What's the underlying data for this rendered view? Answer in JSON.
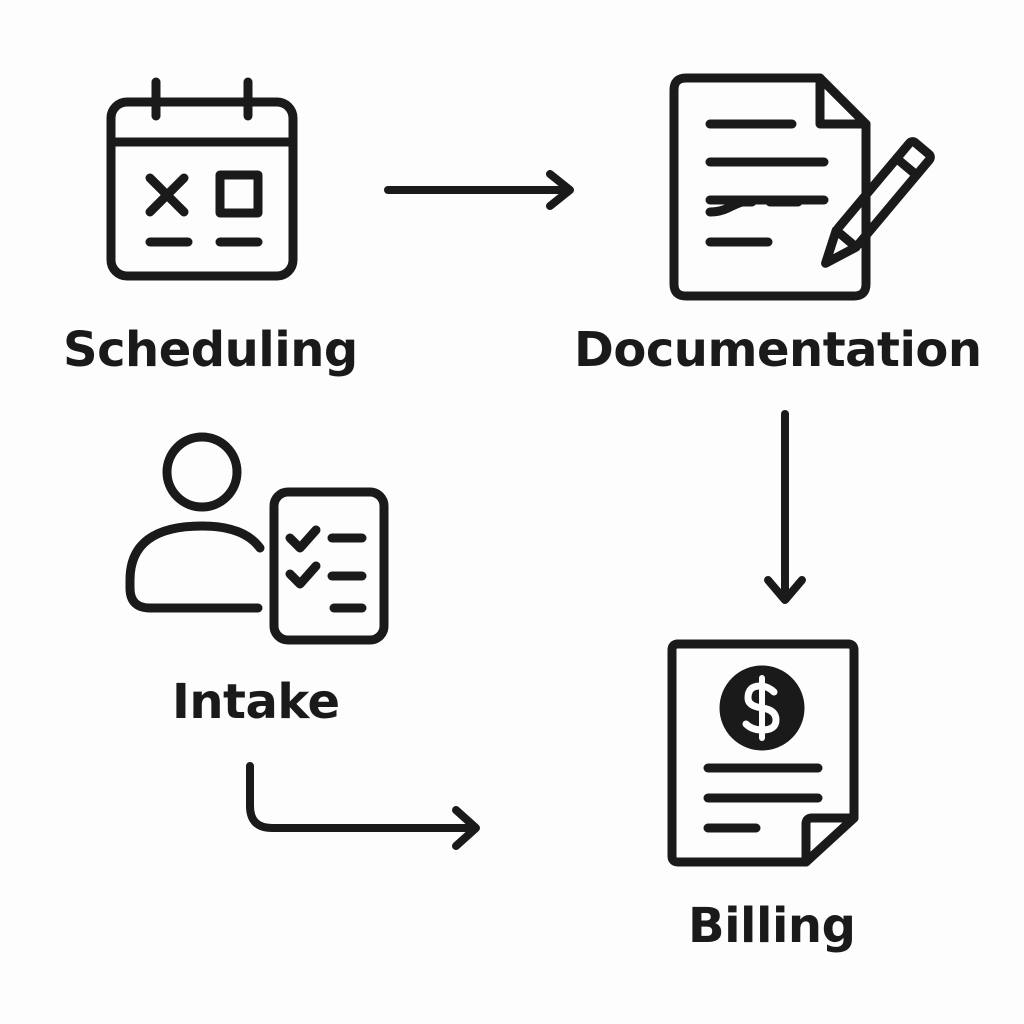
{
  "diagram": {
    "stroke_color": "#1a1a1a",
    "background_color": "#fdfdfd",
    "nodes": [
      {
        "id": "scheduling",
        "label": "Scheduling",
        "icon": "calendar-icon"
      },
      {
        "id": "documentation",
        "label": "Documentation",
        "icon": "document-pencil-icon"
      },
      {
        "id": "intake",
        "label": "Intake",
        "icon": "person-checklist-icon"
      },
      {
        "id": "billing",
        "label": "Billing",
        "icon": "invoice-dollar-icon"
      }
    ],
    "edges": [
      {
        "from": "scheduling",
        "to": "documentation"
      },
      {
        "from": "documentation",
        "to": "billing"
      },
      {
        "from": "intake",
        "to": "billing"
      }
    ]
  }
}
